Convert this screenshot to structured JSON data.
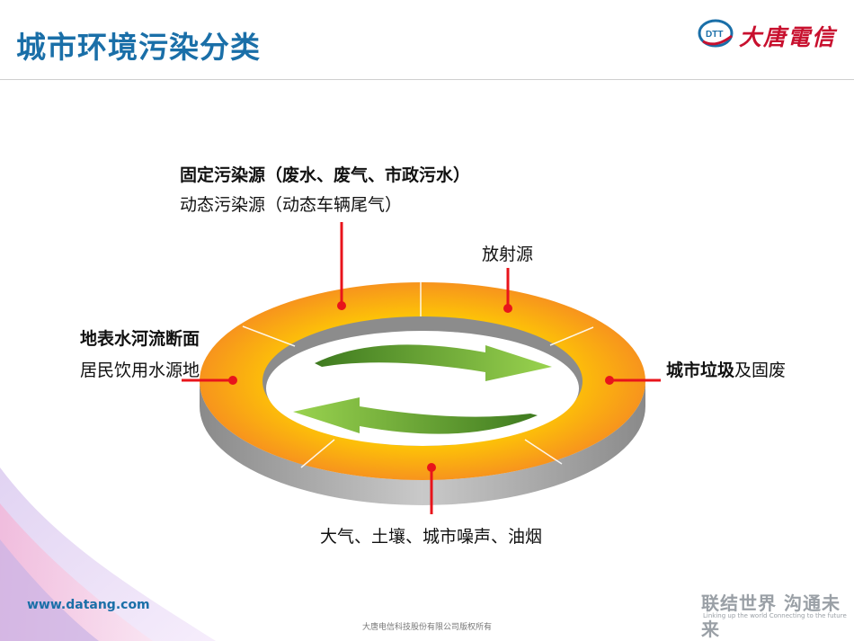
{
  "title": "城市环境污染分类",
  "logo": {
    "mark_text": "DTT",
    "name": "大唐電信"
  },
  "labels": {
    "top_line1": "固定污染源（废水、废气、市政污水）",
    "top_line2": "动态污染源（动态车辆尾气）",
    "right_top": "放射源",
    "left_line1": "地表水河流断面",
    "left_line2": "居民饮用水源地",
    "right_bold": "城市垃圾",
    "right_rest": "及固废",
    "bottom": "大气、土壤、城市噪声、油烟"
  },
  "footer": {
    "website": "www.datang.com",
    "copyright": "大唐电信科技股份有限公司版权所有",
    "slogan": "联结世界  沟通未来",
    "slogan_sub": "Linking up the world  Connecting to the future"
  },
  "colors": {
    "title": "#1a6fa8",
    "ring_outer": "#f7941d",
    "ring_inner": "#ffd200",
    "ring_side": "#9a9a9a",
    "arrow": "#6cb33f",
    "pointer": "#e8141b",
    "logo": "#c8102e"
  }
}
